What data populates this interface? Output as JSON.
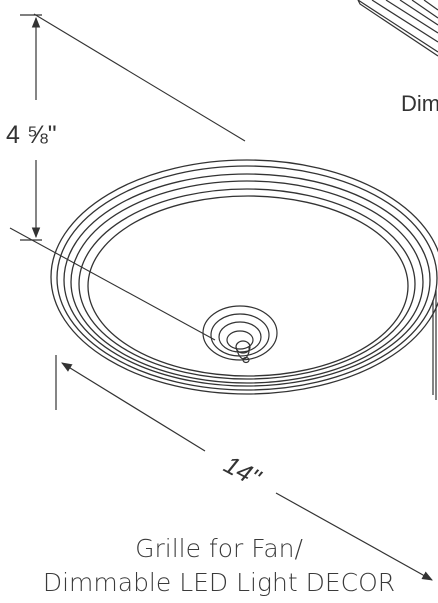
{
  "dimensions": {
    "height": "4 ⅝\"",
    "width": "14\"",
    "partial_label": "Dim"
  },
  "caption": {
    "line1": "Grille for Fan/",
    "line2": "Dimmable LED Light DECOR"
  },
  "colors": {
    "line": "#333333",
    "text": "#3a3a3a",
    "background": "#ffffff"
  }
}
